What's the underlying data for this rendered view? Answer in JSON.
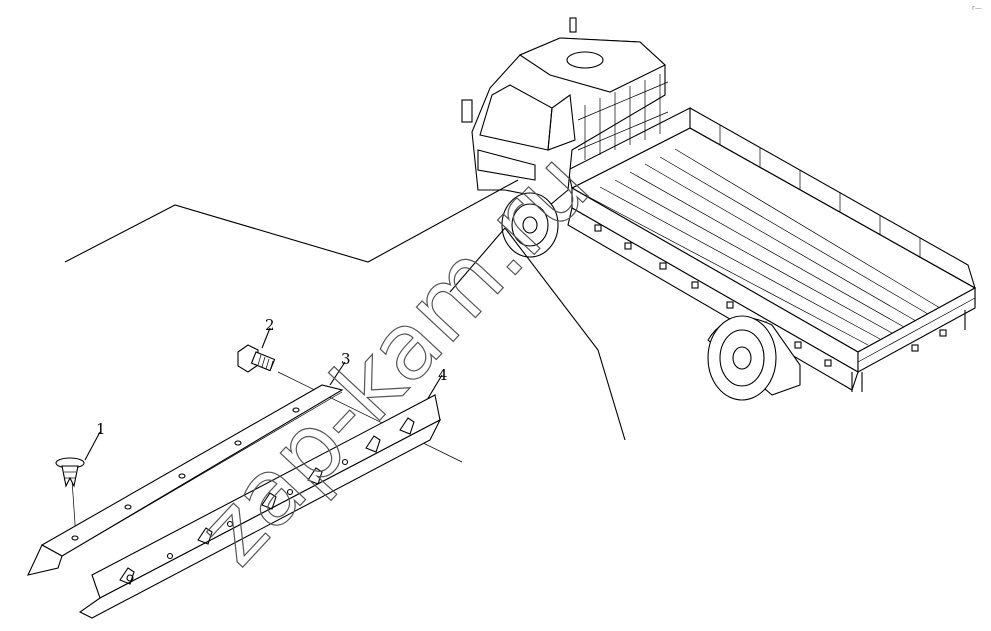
{
  "callouts": [
    {
      "id": "1",
      "label": "1"
    },
    {
      "id": "2",
      "label": "2"
    },
    {
      "id": "3",
      "label": "3"
    },
    {
      "id": "4",
      "label": "4"
    }
  ],
  "watermark": "zap-kam.ru",
  "corner_mark": "r—",
  "colors": {
    "line": "#000000",
    "background": "#ffffff",
    "watermark": "#555555"
  }
}
